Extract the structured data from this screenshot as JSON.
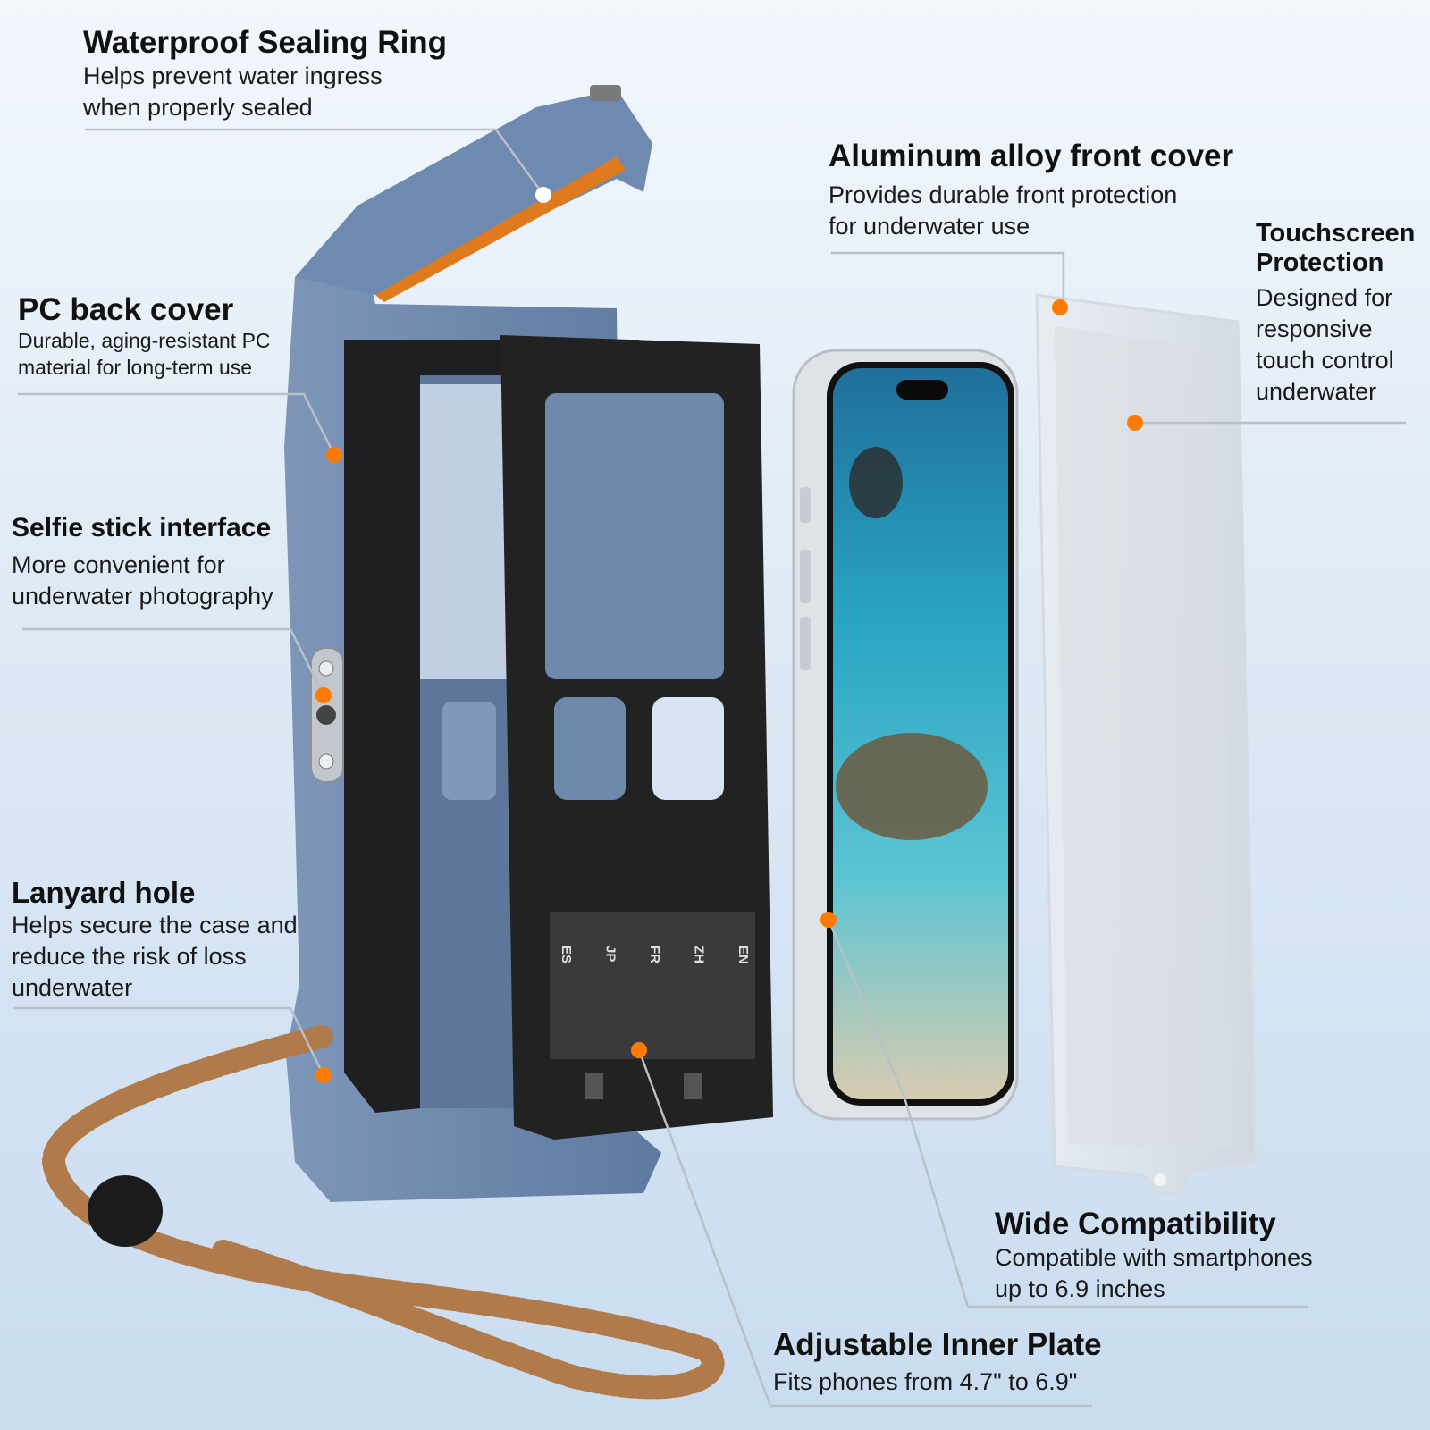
{
  "callouts": {
    "sealing_ring": {
      "title": "Waterproof Sealing Ring",
      "lines": [
        "Helps prevent water ingress",
        "when properly sealed"
      ]
    },
    "pc_back_cover": {
      "title": "PC back cover",
      "lines": [
        "Durable, aging-resistant PC",
        "material for long-term use"
      ]
    },
    "selfie_stick": {
      "title": "Selfie stick interface",
      "lines": [
        "More convenient for",
        "underwater photography"
      ]
    },
    "lanyard_hole": {
      "title": "Lanyard hole",
      "lines": [
        "Helps secure the case and",
        "reduce the risk of loss",
        "underwater"
      ]
    },
    "front_cover": {
      "title": "Aluminum alloy front cover",
      "lines": [
        "Provides durable front protection",
        "for underwater use"
      ]
    },
    "touchscreen": {
      "title_lines": [
        "Touchscreen",
        "Protection"
      ],
      "lines": [
        "Designed for",
        "responsive",
        "touch control",
        "underwater"
      ]
    },
    "compatibility": {
      "title": "Wide Compatibility",
      "lines": [
        "Compatible with smartphones",
        "up to 6.9 inches"
      ]
    },
    "inner_plate": {
      "title": "Adjustable Inner Plate",
      "lines": [
        "Fits phones from 4.7\" to 6.9\""
      ]
    }
  },
  "plate_languages": [
    "ES",
    "JP",
    "FR",
    "ZH",
    "EN"
  ],
  "colors": {
    "accent_dot": "#ff7a00",
    "case_blue": "#6e88ad",
    "frame_black": "#1c1c1e",
    "lanyard_brown": "#b07a4a",
    "leader_line": "#b9c0c8"
  }
}
